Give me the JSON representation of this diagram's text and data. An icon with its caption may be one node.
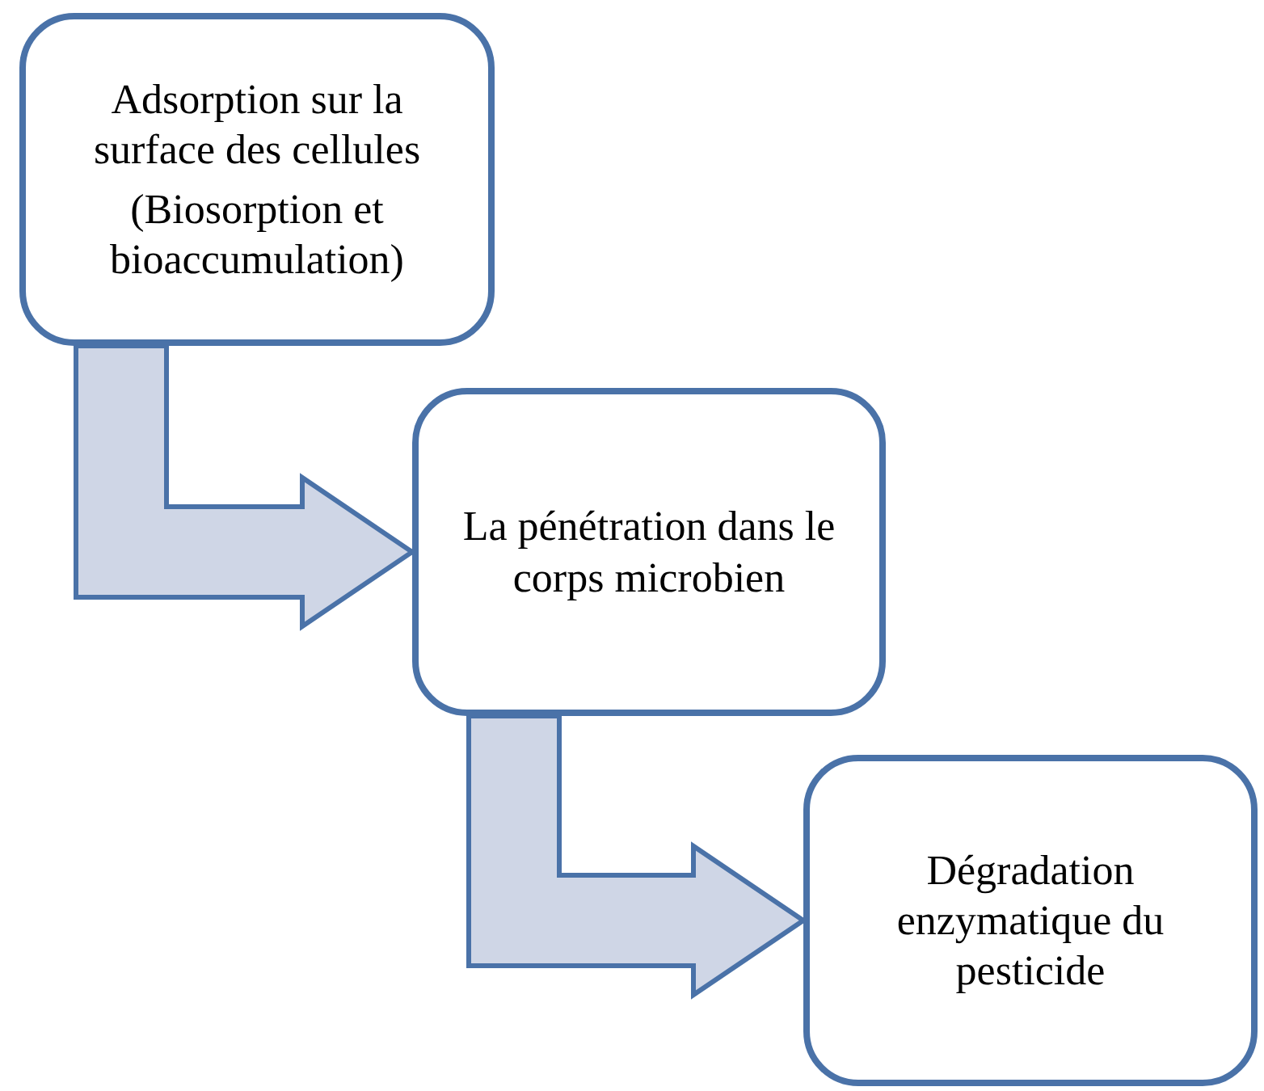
{
  "diagram": {
    "nodes": [
      {
        "text": [
          "Adsorption sur la surface des cellules",
          "(Biosorption et bioaccumulation)"
        ]
      },
      {
        "text": [
          "La pénétration dans le corps microbien"
        ]
      },
      {
        "text": [
          "Dégradation enzymatique du pesticide"
        ]
      }
    ],
    "edges": [
      {
        "from": 0,
        "to": 1,
        "arrow": "to"
      },
      {
        "from": 1,
        "to": 2,
        "arrow": "to"
      }
    ]
  }
}
